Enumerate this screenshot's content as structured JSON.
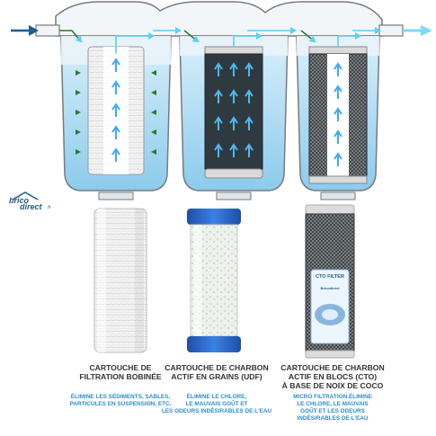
{
  "colors": {
    "water": "#bfe3f5",
    "water_deep": "#7fc3e8",
    "housing_outline": "#7a7a7a",
    "arrow_in": "#1f5d8c",
    "arrow_flow": "#5ad0f5",
    "arrow_cartridge": "#3fa9f5",
    "arrow_granules": "#2b7a2b",
    "title_text": "#333333",
    "desc_text": "#2a8fd0",
    "carbon": "#2f3a40",
    "carbon_block": "#4a4f52",
    "blue_cap": "#2f6fd6"
  },
  "logo": {
    "part1": "brico",
    "part2": "direct",
    "suffix": ".fr"
  },
  "filters": [
    {
      "title_lines": [
        "CARTOUCHE DE",
        "FILTRATION BOBINÉE"
      ],
      "desc_lines": [
        "ÉLIMINE LES SÉDIMENTS, SABLES,",
        "PARTICULES EN SUSPENSION, ETC."
      ]
    },
    {
      "title_lines": [
        "CARTOUCHE DE CHARBON",
        "ACTIF EN GRAINS (UDF)"
      ],
      "desc_lines": [
        "ÉLIMINE LE CHLORE,",
        "LE MAUVAIS GOÛT ET",
        "LES ODEURS INDÉSIRABLES DE L'EAU"
      ]
    },
    {
      "title_lines": [
        "CARTOUCHE DE CHARBON",
        "ACTIF EN BLOCS (CTO)",
        "À BASE DE NOIX DE COCO"
      ],
      "desc_lines": [
        "MICRO FILTRATION.ÉLIMINE",
        "LE CHLORE, LE MAUVAIS",
        "GOÛT ET LES ODEURS",
        "INDÉSIRABLES DE L'EAU"
      ]
    }
  ],
  "sticker": {
    "title": "CTO FILTER",
    "subtitle": "Bricodirect"
  }
}
